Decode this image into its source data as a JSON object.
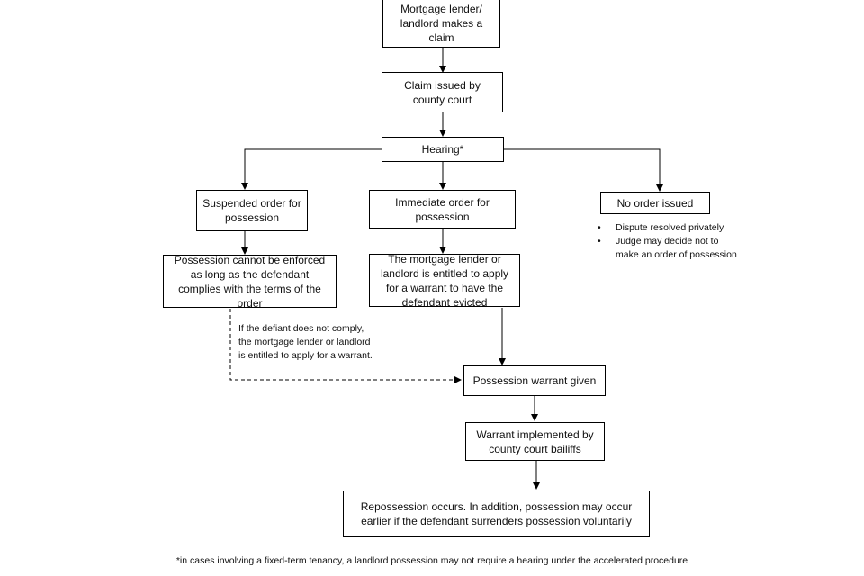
{
  "boxes": {
    "claim": "Mortgage lender/ landlord makes a claim",
    "issued": "Claim issued by county court",
    "hearing": "Hearing*",
    "suspended": "Suspended order for possession",
    "immediate": "Immediate order for possession",
    "no_order": "No order issued",
    "cannot_enforce": "Possession cannot be enforced as long as the defendant complies with the terms of the order",
    "entitled": "The mortgage lender or landlord is entitled to apply for a warrant to have the defendant evicted",
    "warrant_given": "Possession warrant given",
    "implemented": "Warrant implemented by county court bailiffs",
    "repossession": "Repossession occurs. In addition, possession may occur earlier if the defendant surrenders possession voluntarily"
  },
  "no_order_notes": [
    "Dispute resolved privately",
    "Judge may decide not to make an order of possession"
  ],
  "dashed_note": [
    "If the defiant does not comply,",
    "the mortgage lender or landlord",
    "is entitled to apply for a warrant."
  ],
  "footnote": "*in cases involving a fixed-term tenancy, a landlord possession may not require a hearing under the accelerated procedure"
}
